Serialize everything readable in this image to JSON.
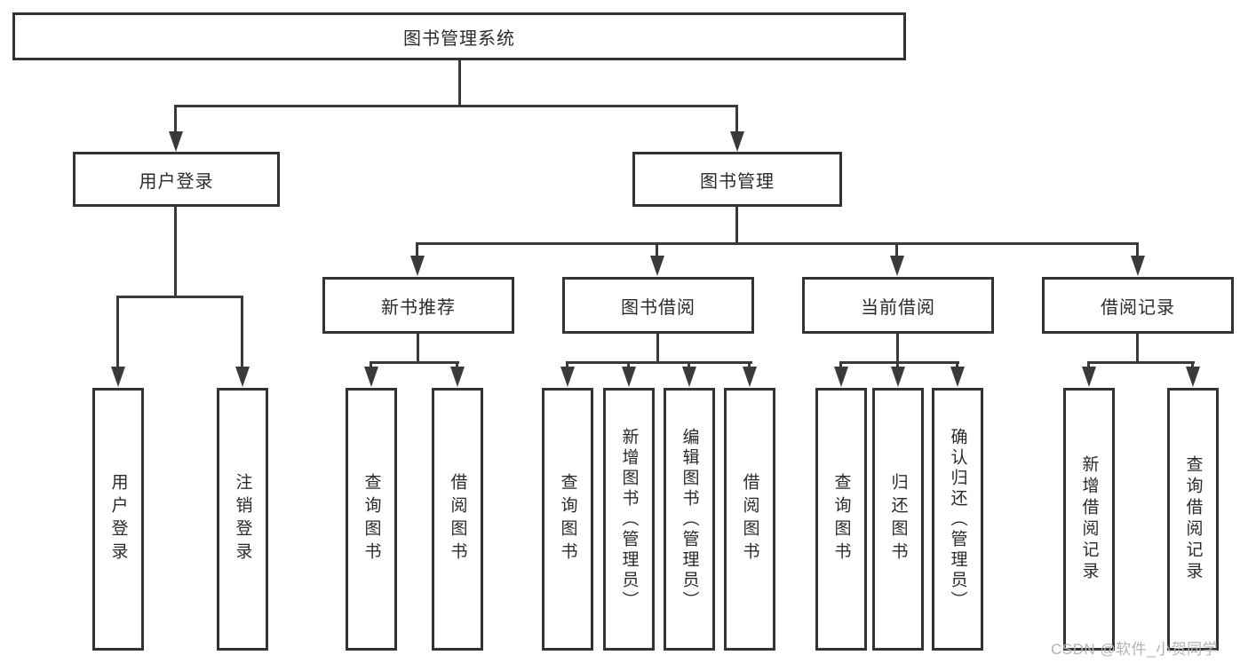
{
  "diagram": {
    "root": {
      "label": "图书管理系统"
    },
    "branches": [
      {
        "label": "用户登录",
        "children": [
          {
            "label": "用户登录"
          },
          {
            "label": "注销登录"
          }
        ]
      },
      {
        "label": "图书管理",
        "children": [
          {
            "label": "新书推荐",
            "children": [
              {
                "label": "查询图书"
              },
              {
                "label": "借阅图书"
              }
            ]
          },
          {
            "label": "图书借阅",
            "children": [
              {
                "label": "查询图书"
              },
              {
                "label": "新增图书（管理员）"
              },
              {
                "label": "编辑图书（管理员）"
              },
              {
                "label": "借阅图书"
              }
            ]
          },
          {
            "label": "当前借阅",
            "children": [
              {
                "label": "查询图书"
              },
              {
                "label": "归还图书"
              },
              {
                "label": "确认归还（管理员）"
              }
            ]
          },
          {
            "label": "借阅记录",
            "children": [
              {
                "label": "新增借阅记录"
              },
              {
                "label": "查询借阅记录"
              }
            ]
          }
        ]
      }
    ],
    "watermark": "CSDN @软件_小贺同学",
    "colors": {
      "line": "#3a3a3a",
      "box_border": "#333333",
      "box_fill": "#ffffff",
      "text": "#2b2b2b",
      "watermark": "#b3b3b3"
    }
  }
}
